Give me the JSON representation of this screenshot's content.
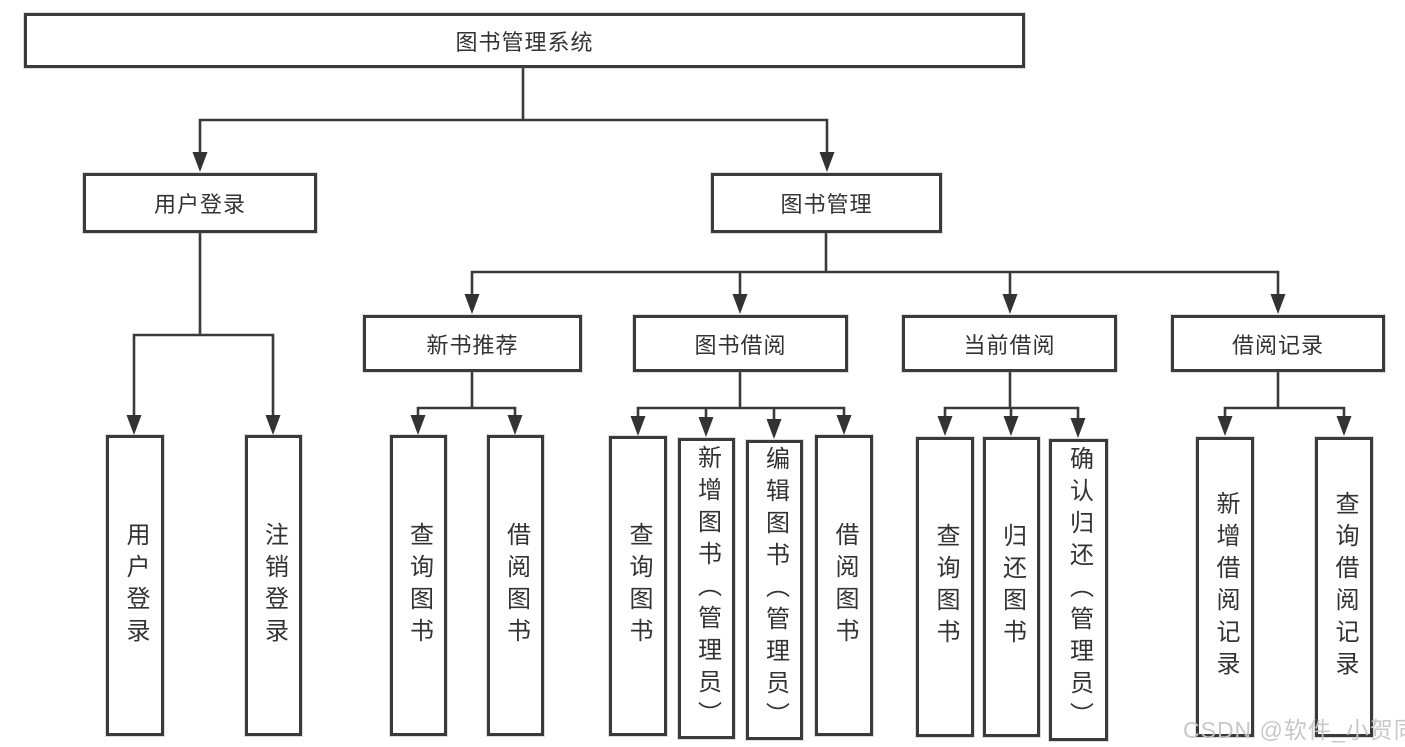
{
  "colors": {
    "background": "#ffffff",
    "line": "#3a3a3a",
    "box_border": "#3a3a3a",
    "box_fill": "#ffffff",
    "text": "#333333",
    "watermark": "#c6c6c6"
  },
  "tree": {
    "root": "图书管理系统",
    "level2": {
      "user_login": "用户登录",
      "book_mgmt": "图书管理"
    },
    "level3": {
      "new_books": "新书推荐",
      "book_borrow": "图书借阅",
      "current_borrow": "当前借阅",
      "borrow_records": "借阅记录"
    },
    "leaves": {
      "login": "用户登录",
      "logout": "注销登录",
      "nb_query": "查询图书",
      "nb_borrow": "借阅图书",
      "bb_query": "查询图书",
      "bb_add": "新增图书（管理员）",
      "bb_edit": "编辑图书（管理员）",
      "bb_borrow": "借阅图书",
      "cb_query": "查询图书",
      "cb_return": "归还图书",
      "cb_confirm": "确认归还（管理员）",
      "br_add": "新增借阅记录",
      "br_query": "查询借阅记录"
    }
  },
  "watermark": "CSDN @软件_小贺同学"
}
